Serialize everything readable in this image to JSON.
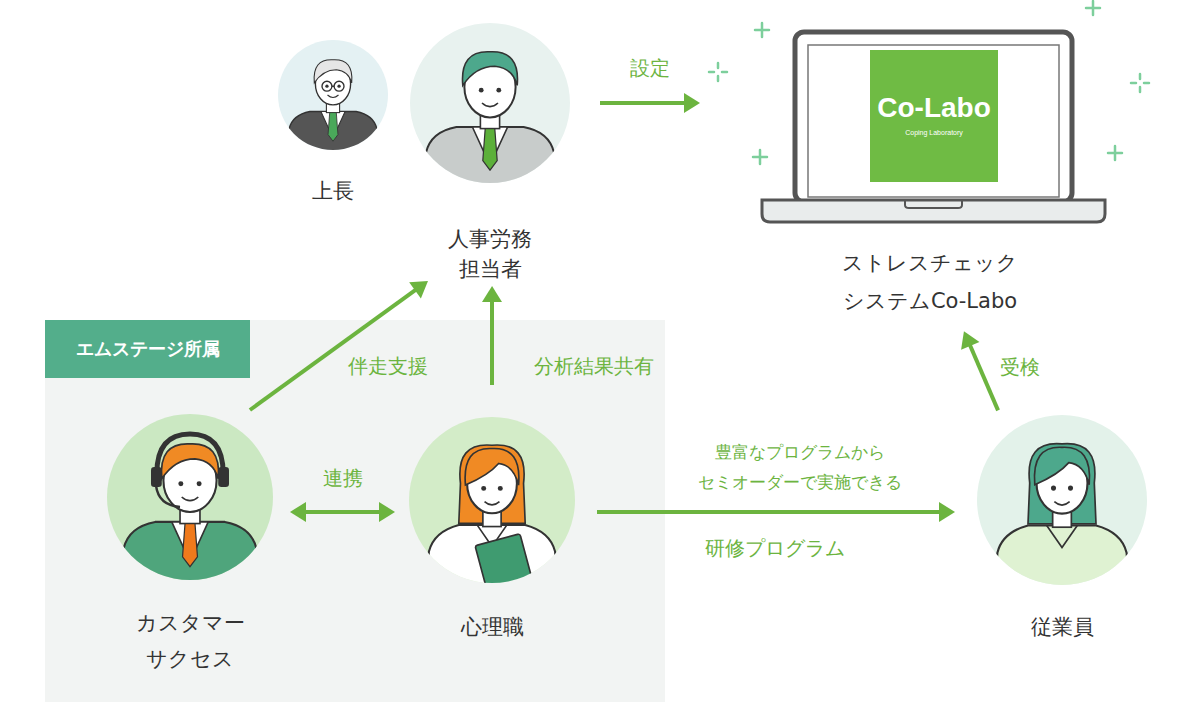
{
  "diagram": {
    "nodes": [
      {
        "text": [
          "上長"
        ]
      },
      {
        "text": [
          "人事労務 担当者"
        ]
      },
      {
        "text": [
          "ストレスチェック システムCo-Labo"
        ]
      },
      {
        "text": [
          "Co-Labo",
          "Coping Laboratory"
        ],
        "in": 2
      },
      {
        "text": [
          "エムステージ所属"
        ]
      },
      {
        "text": [
          "カスタマー サクセス"
        ],
        "in": 4
      },
      {
        "text": [
          "心理職"
        ],
        "in": 4
      },
      {
        "text": [
          "従業員"
        ]
      }
    ],
    "edges": [
      {
        "from": 1,
        "to": 2,
        "label": "設定",
        "arrow": "to"
      },
      {
        "from": 5,
        "to": 1,
        "label": "伴走支援",
        "arrow": "to"
      },
      {
        "from": 6,
        "to": 1,
        "label": "分析結果共有",
        "arrow": "to"
      },
      {
        "from": 5,
        "to": 6,
        "label": "連携",
        "arrow": "both"
      },
      {
        "from": 6,
        "to": 7,
        "label": "研修プログラム",
        "arrow": "to"
      },
      {
        "from": 7,
        "to": 2,
        "label": "受検",
        "arrow": "to"
      }
    ],
    "labels": [
      "豊富なプログラムから セミオーダーで実施できる"
    ]
  }
}
